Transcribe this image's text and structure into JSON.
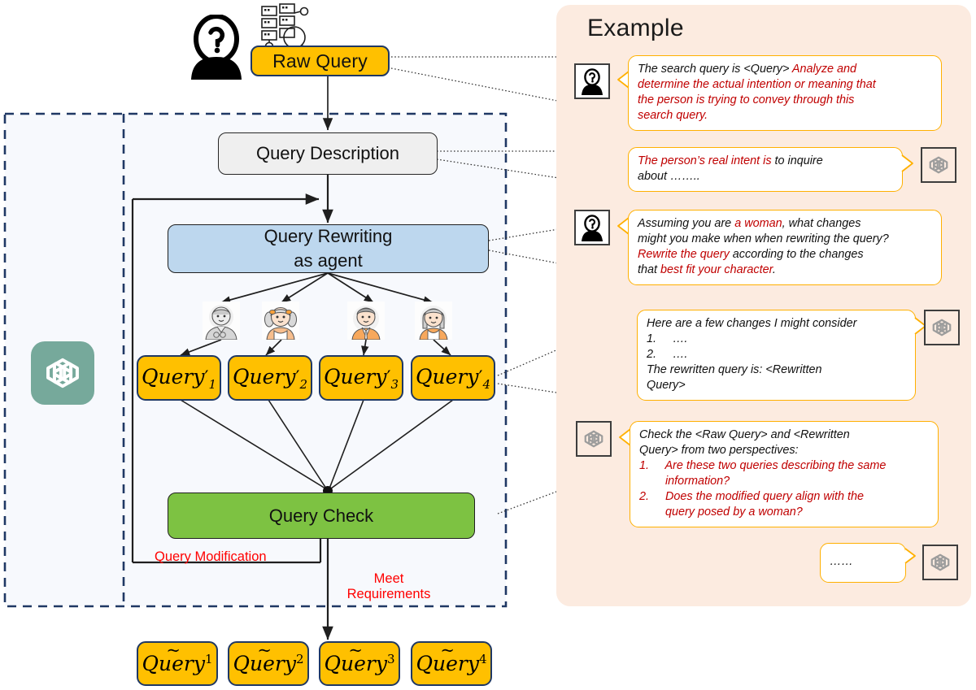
{
  "flow": {
    "raw_query": "Raw Query",
    "query_description": "Query Description",
    "query_rewriting_line1": "Query Rewriting",
    "query_rewriting_line2": "as agent",
    "query_check": "Query Check",
    "label_query_modification": "Query Modification",
    "label_meet_requirements_line1": "Meet",
    "label_meet_requirements_line2": "Requirements",
    "rewritten_queries": [
      {
        "base": "Query",
        "prime": "′",
        "sub": "1"
      },
      {
        "base": "Query",
        "prime": "′",
        "sub": "2"
      },
      {
        "base": "Query",
        "prime": "′",
        "sub": "3"
      },
      {
        "base": "Query",
        "prime": "′",
        "sub": "4"
      }
    ],
    "final_queries": [
      {
        "base": "Query",
        "tilde": "~",
        "sup": "1"
      },
      {
        "base": "Query",
        "tilde": "~",
        "sup": "2"
      },
      {
        "base": "Query",
        "tilde": "~",
        "sup": "3"
      },
      {
        "base": "Query",
        "tilde": "~",
        "sup": "4"
      }
    ],
    "personas": [
      "elderly-person",
      "young-girl",
      "adult-man",
      "adult-woman"
    ]
  },
  "panel": {
    "title": "Example",
    "bubbles": [
      {
        "speaker": "user",
        "lines": [
          [
            {
              "t": "The search query is <Query> ",
              "c": "black"
            },
            {
              "t": "Analyze and",
              "c": "red"
            }
          ],
          [
            {
              "t": "determine the actual intention or meaning that",
              "c": "red"
            }
          ],
          [
            {
              "t": "the person is trying to convey through this",
              "c": "red"
            }
          ],
          [
            {
              "t": "search query.",
              "c": "red"
            }
          ]
        ]
      },
      {
        "speaker": "assistant",
        "lines": [
          [
            {
              "t": "The person’s real intent is ",
              "c": "red"
            },
            {
              "t": "to inquire",
              "c": "black"
            }
          ],
          [
            {
              "t": "about ……..",
              "c": "black"
            }
          ]
        ]
      },
      {
        "speaker": "user",
        "lines": [
          [
            {
              "t": "Assuming you are ",
              "c": "black"
            },
            {
              "t": "a woman",
              "c": "red"
            },
            {
              "t": ", what changes",
              "c": "black"
            }
          ],
          [
            {
              "t": "might you make when when rewriting the query?",
              "c": "black"
            }
          ],
          [
            {
              "t": "Rewrite the query",
              "c": "red"
            },
            {
              "t": " according to the changes",
              "c": "black"
            }
          ],
          [
            {
              "t": "that ",
              "c": "black"
            },
            {
              "t": "best fit your character",
              "c": "red"
            },
            {
              "t": ".",
              "c": "black"
            }
          ]
        ]
      },
      {
        "speaker": "assistant",
        "lines": [
          [
            {
              "t": "Here are a few changes I might consider",
              "c": "black"
            }
          ],
          [
            {
              "t": "1.     ….",
              "c": "black"
            }
          ],
          [
            {
              "t": "2.     ….",
              "c": "black"
            }
          ],
          [
            {
              "t": "The rewritten query is: <Rewritten",
              "c": "black"
            }
          ],
          [
            {
              "t": "Query>",
              "c": "black"
            }
          ]
        ]
      },
      {
        "speaker": "assistant-left",
        "lines": [
          [
            {
              "t": "Check the <Raw Query> and <Rewritten",
              "c": "black"
            }
          ],
          [
            {
              "t": "Query> from two perspectives:",
              "c": "black"
            }
          ],
          [
            {
              "t": "1.     Are these two queries describing the same",
              "c": "red"
            }
          ],
          [
            {
              "t": "        information?",
              "c": "red"
            }
          ],
          [
            {
              "t": "2.     Does the modified query align with the",
              "c": "red"
            }
          ],
          [
            {
              "t": "        query posed by a woman?",
              "c": "red"
            }
          ]
        ]
      },
      {
        "speaker": "assistant",
        "lines": [
          [
            {
              "t": "……",
              "c": "black"
            }
          ]
        ]
      }
    ]
  },
  "colors": {
    "amber": "#FFC000",
    "panel_bg": "#FCEBE0",
    "bubble_border": "#FFB000",
    "red_text": "#C00000",
    "red_label": "#FF0000",
    "blue_box": "#BDD7EE",
    "green_box": "#7DC242",
    "gray_box": "#EFEFEF",
    "dashed_border": "#1F3864",
    "gpt_teal": "#76A99B",
    "inner_bg": "#F7F9FD"
  }
}
